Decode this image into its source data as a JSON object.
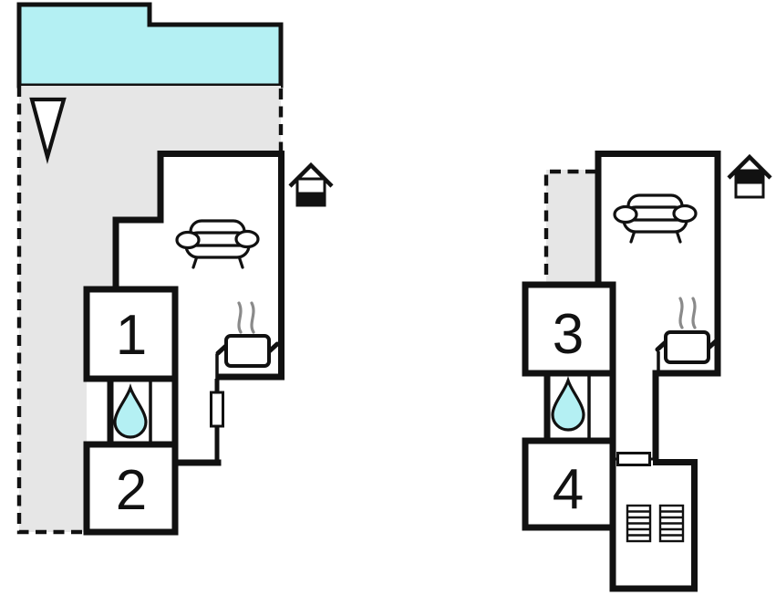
{
  "colors": {
    "water": "#b4f0f3",
    "terrace": "#e6e6e6",
    "walls": "#111111",
    "steam": "#8a8a8a"
  },
  "ground_floor": {
    "rooms": [
      {
        "label": "1"
      },
      {
        "label": "2"
      }
    ],
    "floor_indicator": "lower-level-filled",
    "icons": [
      "north-arrow-icon",
      "sofa-icon",
      "water-drop-icon",
      "cooking-pot-icon",
      "steam-icon",
      "wall-opening-icon",
      "floor-level-icon"
    ],
    "areas": [
      "water-area",
      "terrace-area"
    ]
  },
  "upper_floor": {
    "rooms": [
      {
        "label": "3"
      },
      {
        "label": "4"
      }
    ],
    "floor_indicator": "upper-level-filled",
    "icons": [
      "sofa-icon",
      "water-drop-icon",
      "cooking-pot-icon",
      "steam-icon",
      "stairs-icon",
      "wall-opening-icon",
      "floor-level-icon"
    ],
    "areas": [
      "terrace-area"
    ]
  }
}
